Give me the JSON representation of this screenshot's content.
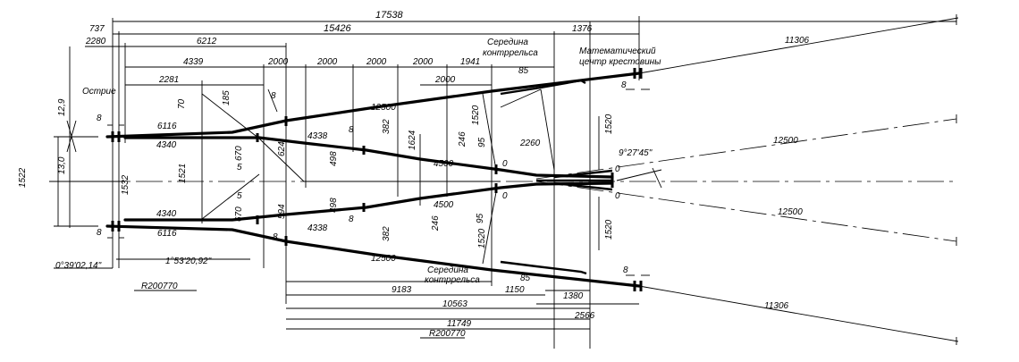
{
  "labels": {
    "d17538": "17538",
    "d737": "737",
    "d15426": "15426",
    "d1376": "1376",
    "d2280": "2280",
    "d6212": "6212",
    "d4339": "4339",
    "d2000a": "2000",
    "d2000b": "2000",
    "d2000c": "2000",
    "d2000d": "2000",
    "d1941": "1941",
    "d2000e": "2000",
    "d2281": "2281",
    "d85top": "85",
    "d11306top": "11306",
    "seredina_top1": "Середина",
    "seredina_top2": "контррельса",
    "math1": "Математический",
    "math2": "центр крестовины",
    "ostrie": "Острие",
    "d12_9": "12,9",
    "d13_0": "13,0",
    "d1522": "1522",
    "d1532": "1532",
    "d1521": "1521",
    "d8a": "8",
    "d8b": "8",
    "d8c": "8",
    "d8d": "8",
    "d8e": "8",
    "d8f": "8",
    "d8g": "8",
    "d8h": "8",
    "d70": "70",
    "d185": "185",
    "d6116top": "6116",
    "d4340top": "4340",
    "d670top": "670",
    "d5top": "5",
    "d624": "624",
    "d4338top": "4338",
    "d382top": "382",
    "d498top": "498",
    "d1624": "1624",
    "d246top": "246",
    "d95top": "95",
    "d4500top": "4500",
    "d1520a": "1520",
    "d0a": "0",
    "d2260": "2260",
    "d12500top": "12500",
    "d1520b": "1520",
    "d0b": "0",
    "angle": "9°27'45\"",
    "d12500right": "12500",
    "d12500mid": "12500",
    "d0c": "0",
    "d0d": "0",
    "d4340bot": "4340",
    "d6116bot": "6116",
    "d670bot": "670",
    "d5bot": "5",
    "d594": "594",
    "d498bot": "498",
    "d4338bot": "4338",
    "d382bot": "382",
    "d246bot": "246",
    "d4500bot": "4500",
    "d95bot": "95",
    "d1520c": "1520",
    "d1520d": "1520",
    "d12500bot": "12500",
    "ang2": "0°39'02,14\"",
    "ang3": "1°53'20,92\"",
    "r1": "R200770",
    "seredina_bot1": "Середина",
    "seredina_bot2": "контррельса",
    "d85bot": "85",
    "d1150": "1150",
    "d1380": "1380",
    "d9183": "9183",
    "d10563": "10563",
    "d2566": "2566",
    "d11749": "11749",
    "r2": "R200770",
    "d11306bot": "11306"
  }
}
